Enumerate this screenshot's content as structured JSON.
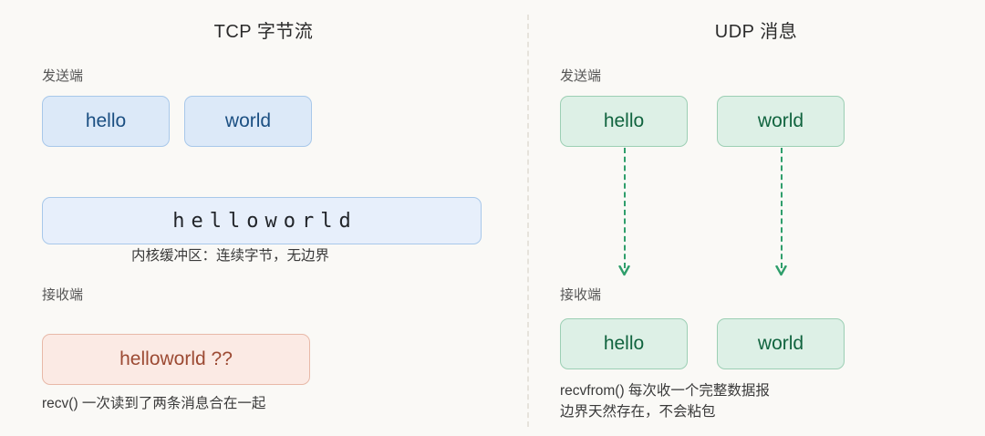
{
  "panels": {
    "left": {
      "title": "TCP 字节流",
      "sender_label": "发送端",
      "sender_boxes": [
        {
          "text": "hello"
        },
        {
          "text": "world"
        }
      ],
      "buffer_box": {
        "text": "helloworld"
      },
      "buffer_caption": "内核缓冲区：连续字节，无边界",
      "receiver_label": "接收端",
      "receiver_box": {
        "text": "helloworld ??"
      },
      "receiver_caption": "recv() 一次读到了两条消息合在一起"
    },
    "right": {
      "title": "UDP 消息",
      "sender_label": "发送端",
      "sender_boxes": [
        {
          "text": "hello"
        },
        {
          "text": "world"
        }
      ],
      "receiver_label": "接收端",
      "receiver_boxes": [
        {
          "text": "hello"
        },
        {
          "text": "world"
        }
      ],
      "receiver_caption_line1": "recvfrom() 每次收一个完整数据报",
      "receiver_caption_line2": "边界天然存在，不会粘包"
    }
  },
  "colors": {
    "background": "#faf9f6",
    "blue_fill": "#dce9f8",
    "blue_border": "#a8c8ea",
    "blue_text": "#1b4f82",
    "buffer_fill": "#e7effb",
    "green_fill": "#ddf0e6",
    "green_border": "#9ccfb4",
    "green_text": "#11643f",
    "arrow_green": "#2f9e6b",
    "pink_fill": "#fbeae4",
    "pink_border": "#e8b9a8",
    "pink_text": "#9c4a33",
    "divider": "#e6e3dc",
    "title_text": "#2b2b2b",
    "label_text": "#555555",
    "caption_text": "#3a3a3a"
  }
}
